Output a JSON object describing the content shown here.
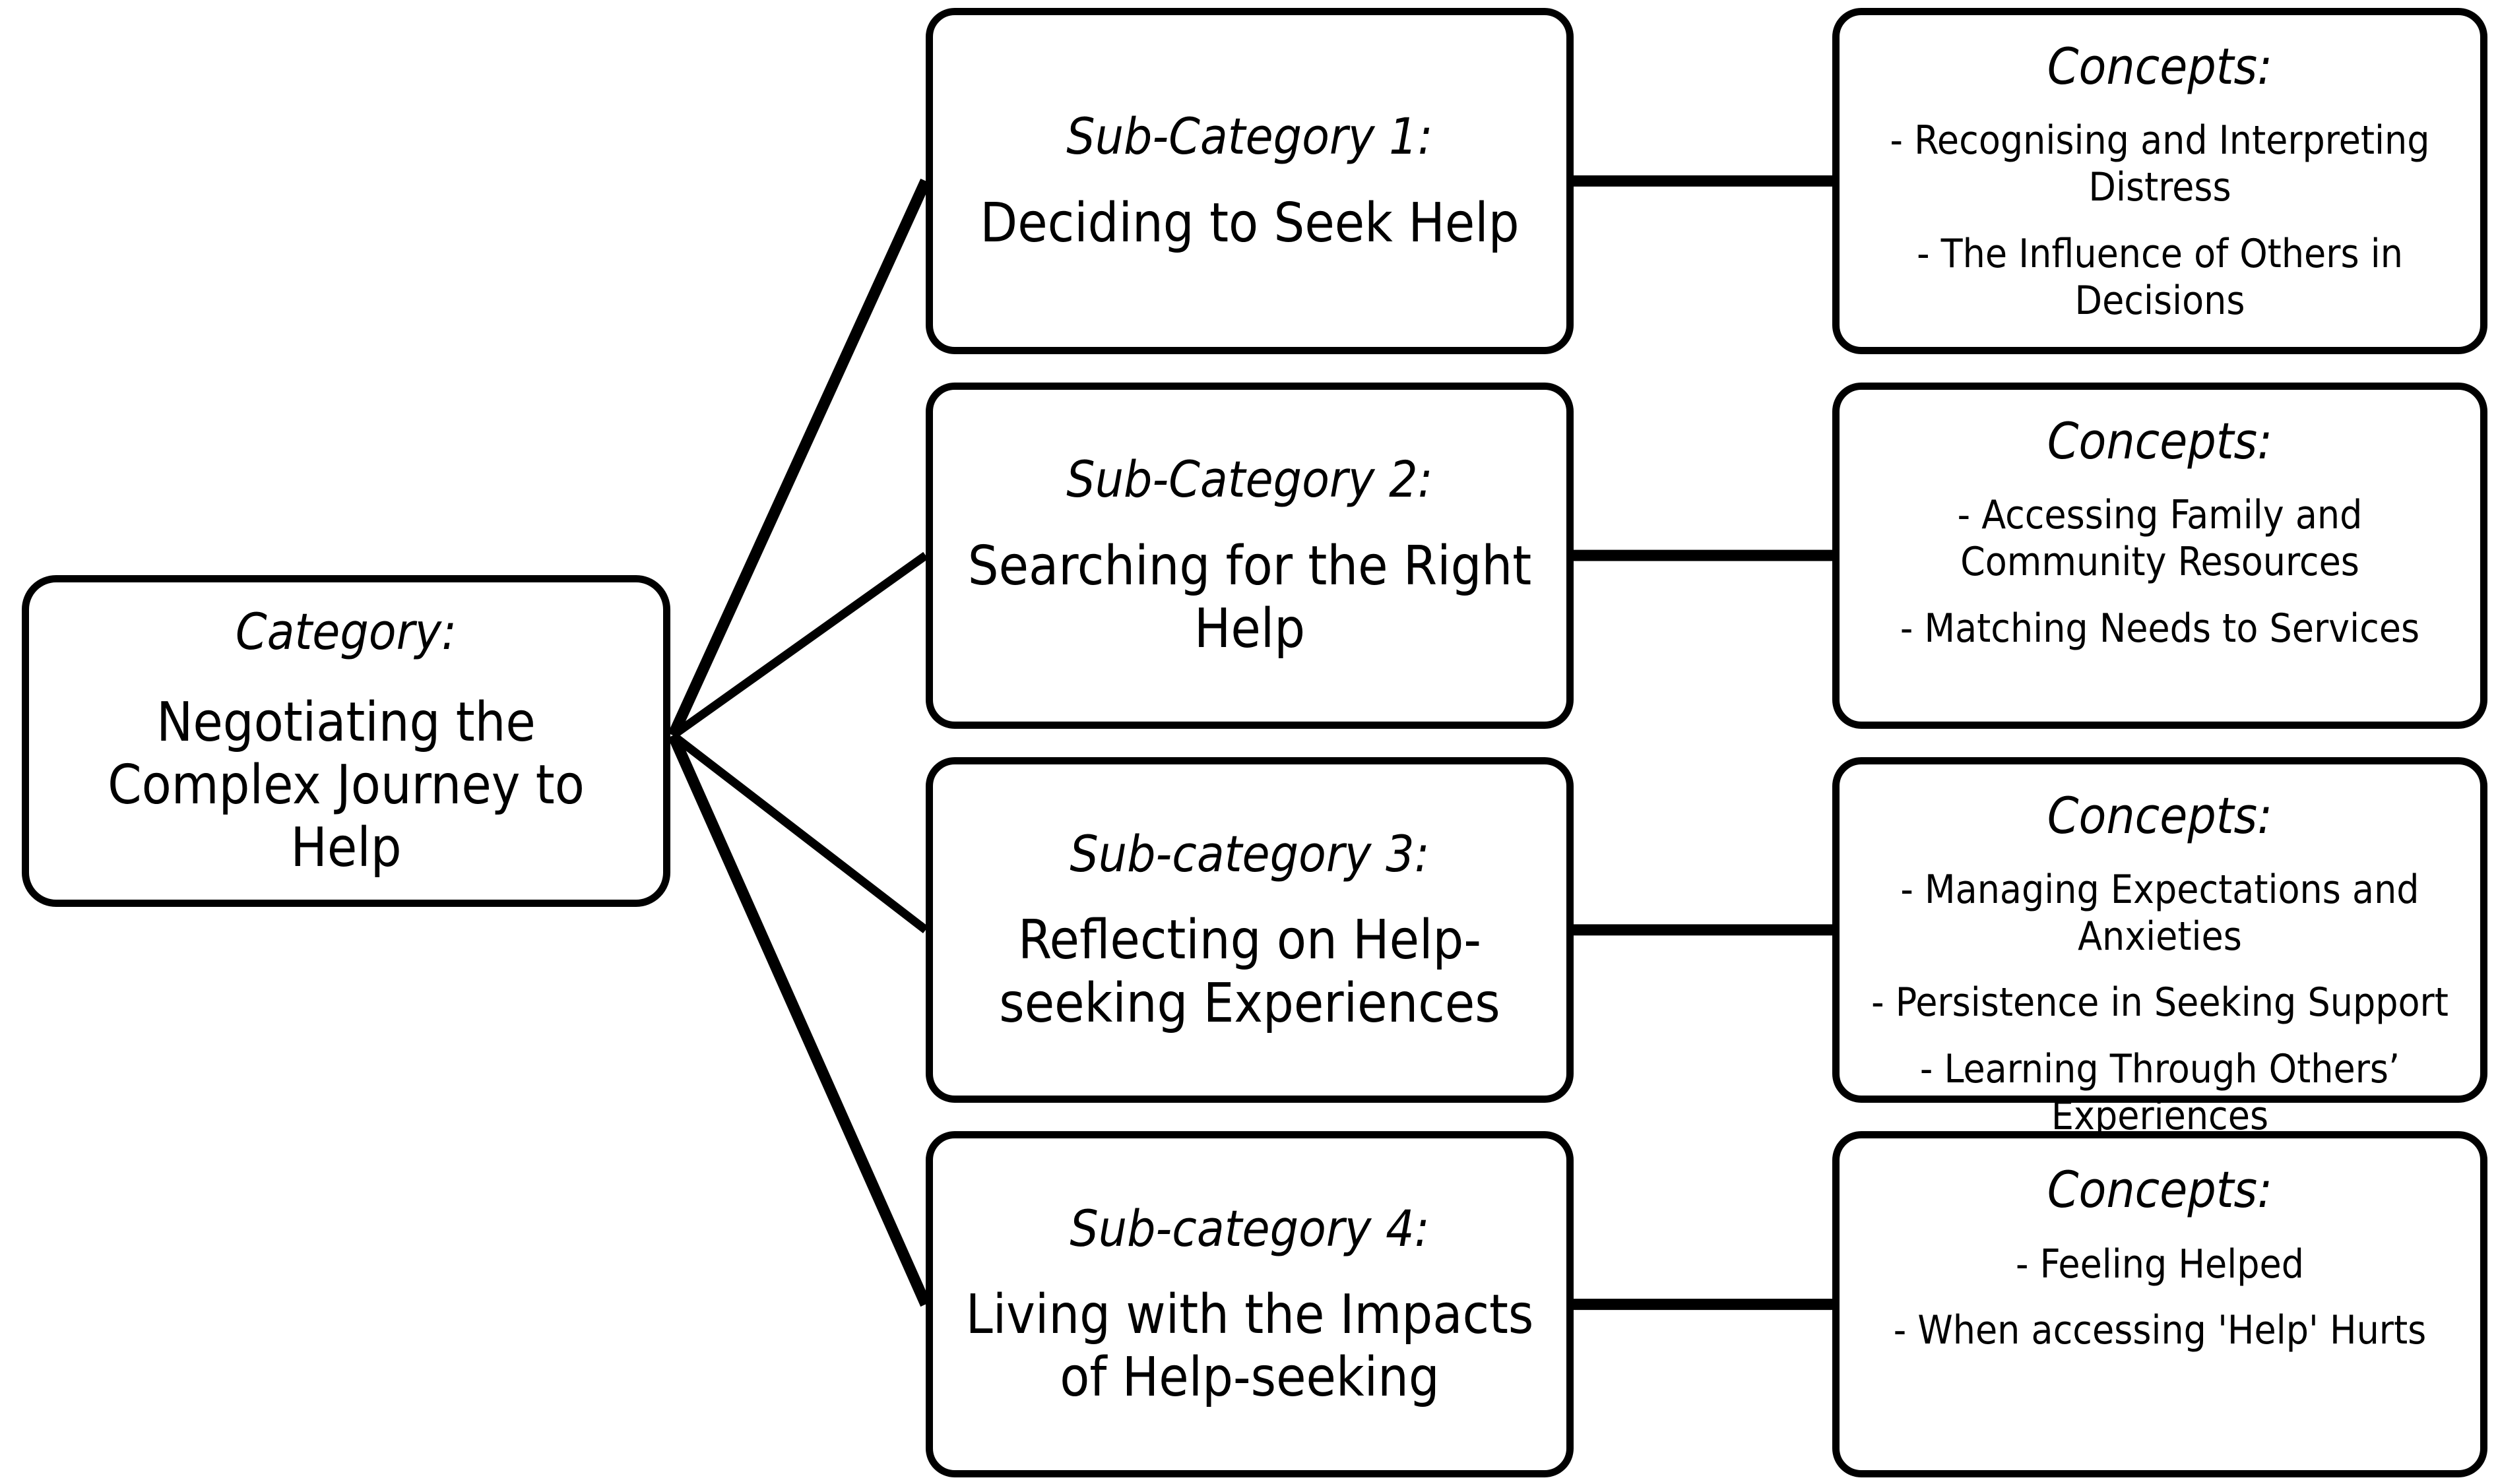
{
  "diagram": {
    "title_label": "Negotiating the Complex Journey to Help",
    "stroke_color": "#000000",
    "background_color": "#FFFFFF"
  },
  "category": {
    "heading": "Category:",
    "name": "Negotiating the Complex Journey to Help"
  },
  "rows": [
    {
      "subcategory": {
        "heading": "Sub-Category 1:",
        "name": "Deciding to Seek Help"
      },
      "concepts": {
        "heading": "Concepts:",
        "items": [
          "- Recognising and Interpreting Distress",
          "- The Influence of Others in Decisions"
        ]
      }
    },
    {
      "subcategory": {
        "heading": "Sub-Category 2:",
        "name": "Searching for the Right Help"
      },
      "concepts": {
        "heading": "Concepts:",
        "items": [
          "- Accessing Family and Community Resources",
          "- Matching Needs to Services"
        ]
      }
    },
    {
      "subcategory": {
        "heading": "Sub-category 3:",
        "name": "Reflecting on Help-seeking Experiences"
      },
      "concepts": {
        "heading": "Concepts:",
        "items": [
          "- Managing Expectations and Anxieties",
          "- Persistence in Seeking Support",
          "- Learning Through Others’ Experiences"
        ]
      }
    },
    {
      "subcategory": {
        "heading": "Sub-category 4:",
        "name": "Living with the Impacts of Help-seeking"
      },
      "concepts": {
        "heading": "Concepts:",
        "items": [
          "- Feeling Helped",
          "- When accessing 'Help' Hurts"
        ]
      }
    }
  ]
}
